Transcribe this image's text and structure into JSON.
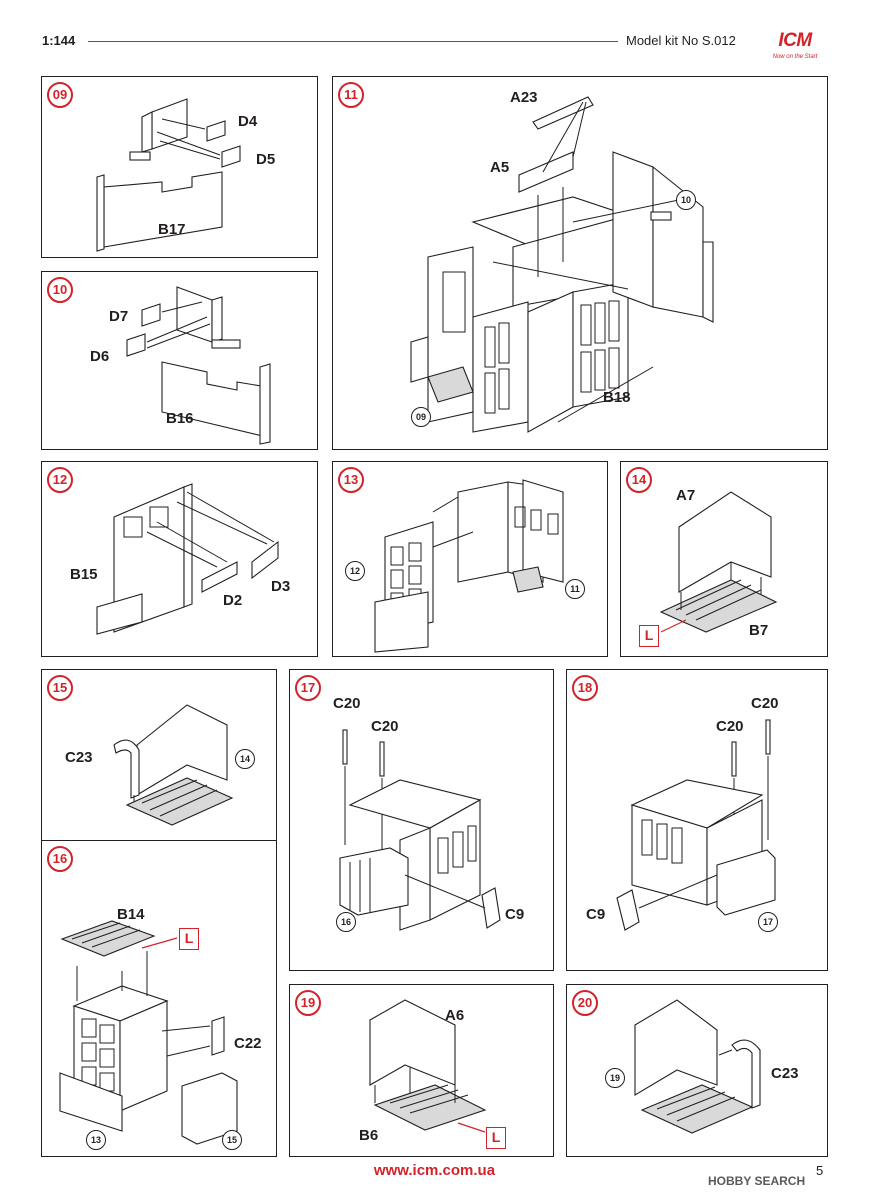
{
  "header": {
    "scale": "1:144",
    "kit_title": "Model kit No S.012",
    "brand": "ICM",
    "brand_tagline": "Now on the Start"
  },
  "steps": {
    "s09": {
      "number": "09",
      "parts": {
        "top": "D4",
        "mid": "D5",
        "wall": "B17"
      }
    },
    "s10": {
      "number": "10",
      "parts": {
        "top": "D7",
        "mid": "D6",
        "wall": "B16"
      }
    },
    "s11": {
      "number": "11",
      "parts": {
        "roof": "A23",
        "box": "A5",
        "wall": "B18"
      },
      "refs": {
        "r1": "10",
        "r2": "09"
      }
    },
    "s12": {
      "number": "12",
      "parts": {
        "wall": "B15",
        "p1": "D2",
        "p2": "D3"
      }
    },
    "s13": {
      "number": "13",
      "refs": {
        "r1": "12",
        "r2": "11"
      }
    },
    "s14": {
      "number": "14",
      "parts": {
        "wall": "A7",
        "base": "B7"
      },
      "marker": "L"
    },
    "s15": {
      "number": "15",
      "parts": {
        "rail": "C23"
      },
      "refs": {
        "r1": "14"
      }
    },
    "s16": {
      "number": "16",
      "parts": {
        "roof": "B14",
        "side": "C22"
      },
      "marker": "L",
      "refs": {
        "r1": "13",
        "r2": "15"
      }
    },
    "s17": {
      "number": "17",
      "parts": {
        "post1": "C20",
        "post2": "C20",
        "ladder": "C9"
      },
      "refs": {
        "r1": "16"
      }
    },
    "s18": {
      "number": "18",
      "parts": {
        "post1": "C20",
        "post2": "C20",
        "ladder": "C9"
      },
      "refs": {
        "r1": "17"
      }
    },
    "s19": {
      "number": "19",
      "parts": {
        "wall": "A6",
        "base": "B6"
      },
      "marker": "L"
    },
    "s20": {
      "number": "20",
      "parts": {
        "rail": "C23"
      },
      "refs": {
        "r1": "19"
      }
    }
  },
  "footer": {
    "url": "www.icm.com.ua",
    "page": "5",
    "watermark": "HOBBY SEARCH"
  }
}
